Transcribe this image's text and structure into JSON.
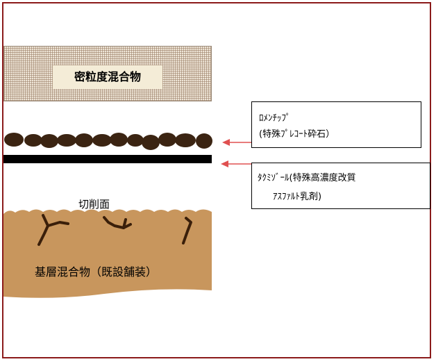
{
  "layers": {
    "dense": "密粒度混合物",
    "base": "基層混合物（既設舗装）",
    "cut_surface": "切削面"
  },
  "callouts": {
    "romen_line1": "ﾛﾒﾝﾁｯﾌﾟ",
    "romen_line2": "(特殊ﾌﾟﾚｺｰﾄ砕石）",
    "takumi_line1": "ﾀｸﾐｿﾞｰﾙ(特殊高濃度改質",
    "takumi_line2": "ｱｽﾌｧﾙﾄ乳剤)"
  },
  "colors": {
    "frame": "#8b1a1a",
    "arrow": "#e05050",
    "chip": "#3b2412",
    "base": "#c8965d",
    "dense": "#efe6d8"
  }
}
